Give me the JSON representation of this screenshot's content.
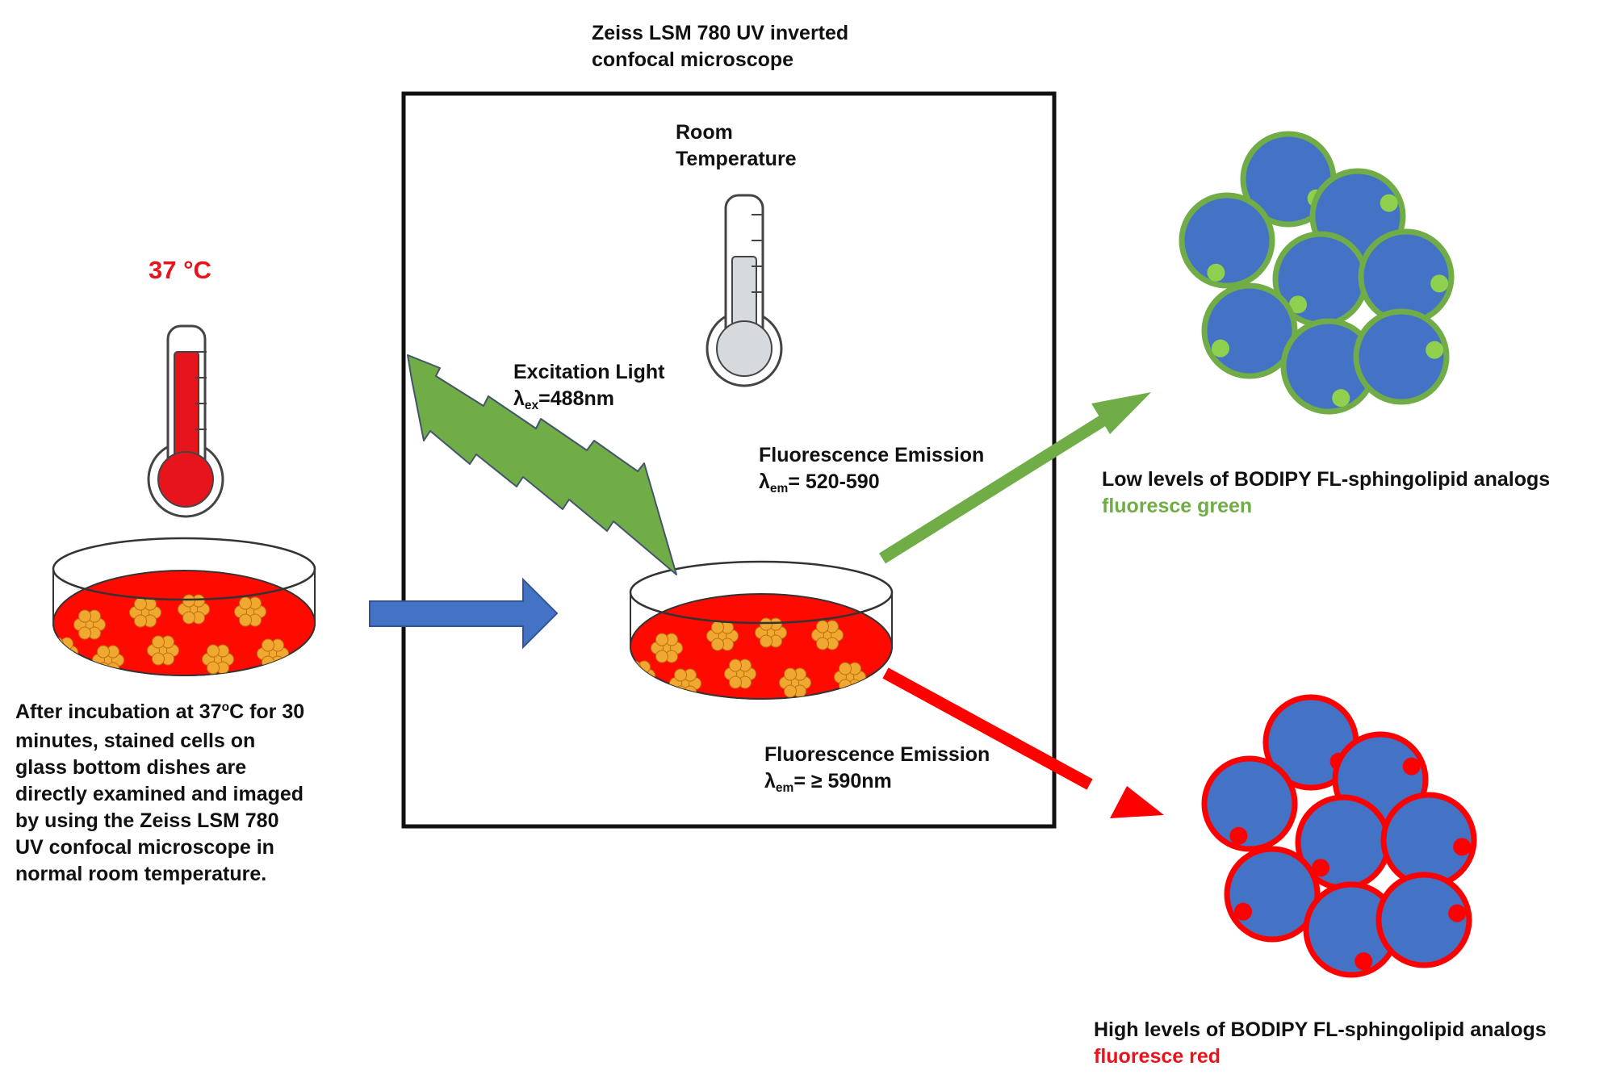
{
  "microscope": {
    "title_line1": "Zeiss LSM 780 UV inverted",
    "title_line2": "confocal microscope"
  },
  "incubation": {
    "temperature": "37 °C",
    "caption_lines": [
      "After incubation at 37",
      "minutes, stained cells on",
      "glass bottom dishes are",
      "directly examined and imaged",
      "by using the Zeiss LSM 780",
      "UV confocal microscope in",
      "normal room temperature."
    ],
    "caption_degree_suffix": "o",
    "caption_line1_tail": "C for 30"
  },
  "room": {
    "line1": "Room",
    "line2": "Temperature"
  },
  "excitation": {
    "title": "Excitation Light",
    "symbol": "λ",
    "subscript": "ex",
    "value": "=488nm"
  },
  "emission_green": {
    "title": "Fluorescence Emission",
    "symbol": "λ",
    "subscript": "em",
    "value": "= 520-590"
  },
  "emission_red": {
    "title": "Fluorescence Emission",
    "symbol": "λ",
    "subscript": "em",
    "value": "= ≥ 590nm"
  },
  "result_green": {
    "line1": "Low levels of BODIPY FL-sphingolipid analogs",
    "line2": "fluoresce green"
  },
  "result_red": {
    "line1": "High levels of BODIPY FL-sphingolipid analogs",
    "line2": "fluoresce red"
  },
  "colors": {
    "red": "#e8141c",
    "green": "#70ad47",
    "blue": "#4472c4",
    "cell_orange": "#f0a830"
  }
}
